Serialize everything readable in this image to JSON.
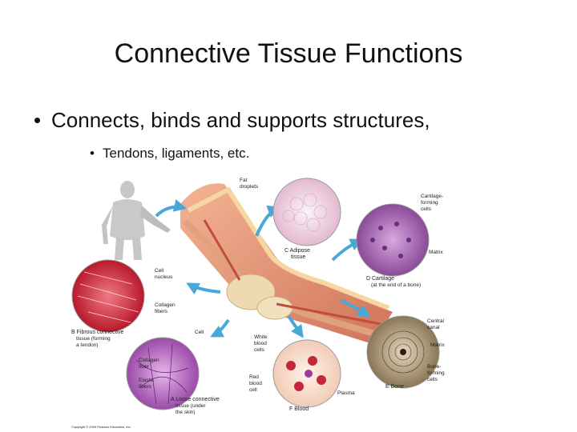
{
  "slide": {
    "title": "Connective Tissue Functions",
    "bullet_main": "Connects, binds and supports structures,",
    "bullet_sub": "Tendons, ligaments, etc."
  },
  "figure": {
    "labels": {
      "fat_droplets": [
        "Fat",
        "droplets"
      ],
      "adipose": [
        "C Adipose",
        "tissue"
      ],
      "cartilage_cells": [
        "Cartilage-",
        "forming",
        "cells"
      ],
      "matrix_top": "Matrix",
      "cartilage": [
        "D Cartilage",
        "(at the end of a bone)"
      ],
      "cell_nucleus": [
        "Cell",
        "nucleus"
      ],
      "collagen_fibers_top": [
        "Collagen",
        "fibers"
      ],
      "fibrous": [
        "B Fibrous connective",
        "tissue (forming",
        "a tendon)"
      ],
      "cell": "Cell",
      "white_blood_cells": [
        "White",
        "blood",
        "cells"
      ],
      "central_canal": [
        "Central",
        "canal"
      ],
      "matrix_bone": "Matrix",
      "bone_cells": [
        "Bone-",
        "forming",
        "cells"
      ],
      "collagen_fiber": [
        "Collagen",
        "fiber"
      ],
      "elastic_fibers": [
        "Elastic",
        "fibers"
      ],
      "red_blood_cell": [
        "Red",
        "blood",
        "cell"
      ],
      "plasma": "Plasma",
      "bone": "E Bone",
      "loose": [
        "A Loose connective",
        "tissue (under",
        "the skin)"
      ],
      "blood": "F Blood",
      "copyright": "Copyright © 2009 Pearson Education, Inc."
    }
  }
}
